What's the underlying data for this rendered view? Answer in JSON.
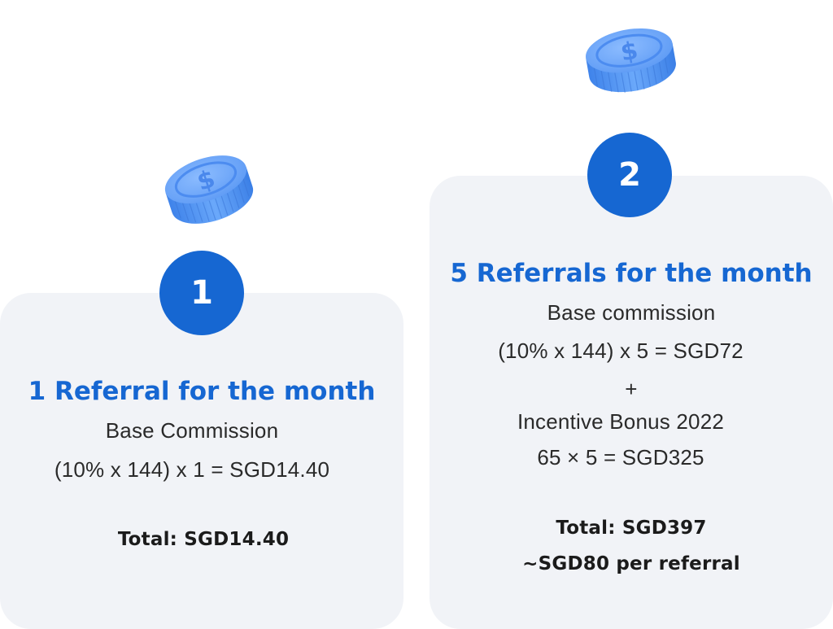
{
  "colors": {
    "accent": "#1667d2",
    "card_bg": "#f1f3f7",
    "coin": "#5b9bf6",
    "text": "#2a2a2a"
  },
  "icons": {
    "coin": "dollar-coin-icon"
  },
  "card1": {
    "badge": "1",
    "heading": "1 Referral for the month",
    "line1": "Base Commission",
    "line2": "(10% x 144) x 1 = SGD14.40",
    "total": "Total: SGD14.40"
  },
  "card2": {
    "badge": "2",
    "heading": "5 Referrals for the month",
    "line1": "Base commission",
    "line2": "(10% x 144) x 5 = SGD72",
    "plus": "+",
    "line3": "Incentive Bonus 2022",
    "line4": "65 × 5  = SGD325",
    "total": "Total: SGD397",
    "per_referral": "~SGD80 per referral"
  }
}
